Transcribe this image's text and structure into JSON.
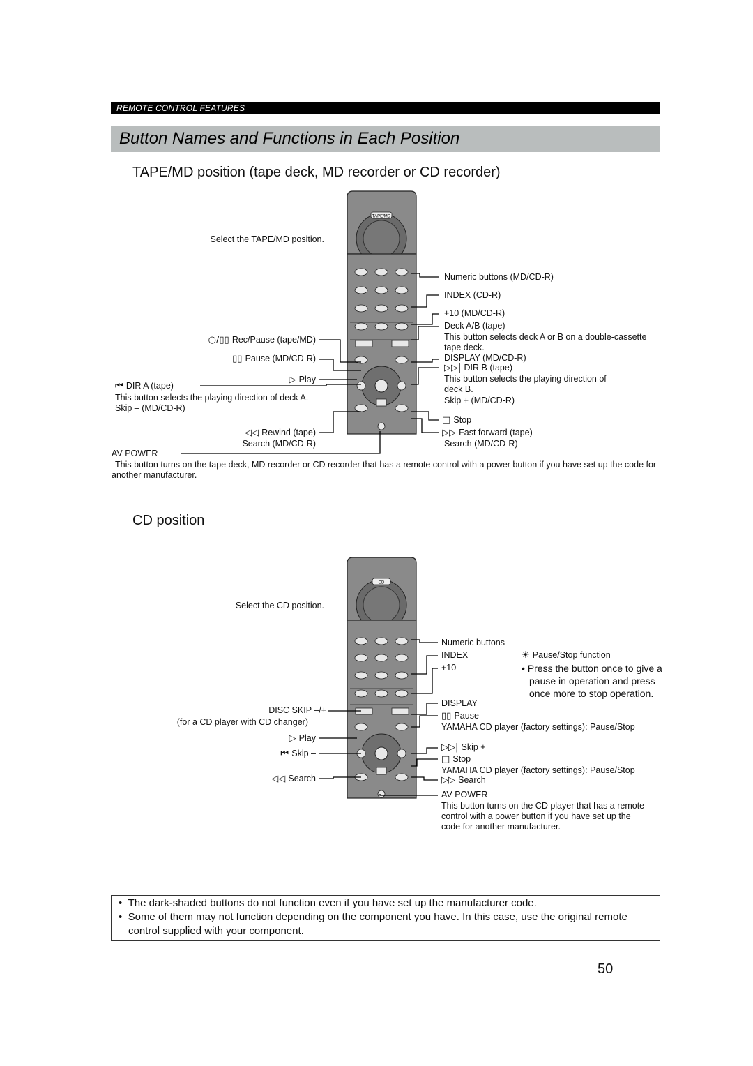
{
  "header": {
    "section": "REMOTE CONTROL FEATURES",
    "title": "Button Names and Functions in Each Position"
  },
  "tape_section": {
    "heading": "TAPE/MD position (tape deck, MD recorder or CD recorder)",
    "select_label": "Select the TAPE/MD position.",
    "remote_label": "TAPE/MD",
    "left": {
      "rec_pause": "Rec/Pause (tape/MD)",
      "pause": "Pause (MD/CD-R)",
      "play": "Play",
      "dir_a": "DIR A (tape)",
      "dir_a_desc": "This button selects the playing direction of deck A.",
      "skip_minus": "Skip – (MD/CD-R)",
      "rewind": "Rewind (tape)",
      "search": "Search (MD/CD-R)",
      "av_power": "AV POWER",
      "av_power_desc_1": "This button turns on the tape deck, MD recorder or CD recorder that has a remote control with a power button if you have set up the code for",
      "av_power_desc_2": "another manufacturer."
    },
    "right": {
      "numeric": "Numeric buttons (MD/CD-R)",
      "index": "INDEX (CD-R)",
      "plus10": "+10 (MD/CD-R)",
      "deck_ab": "Deck A/B (tape)",
      "deck_ab_desc_1": "This button selects deck A or B on a double-cassette",
      "deck_ab_desc_2": "tape deck.",
      "display": "DISPLAY (MD/CD-R)",
      "dir_b": "DIR B (tape)",
      "dir_b_desc_1": "This button selects the playing direction of",
      "dir_b_desc_2": "deck B.",
      "skip_plus": "Skip + (MD/CD-R)",
      "stop": "Stop",
      "ff": "Fast forward (tape)",
      "search": "Search (MD/CD-R)"
    }
  },
  "cd_section": {
    "heading": "CD position",
    "select_label": "Select the CD position.",
    "remote_label": "CD",
    "left": {
      "disc_skip": "DISC SKIP –/+",
      "disc_skip_desc": "(for a CD player with CD changer)",
      "play": "Play",
      "skip_minus": "Skip –",
      "search": "Search"
    },
    "right": {
      "numeric": "Numeric buttons",
      "index": "INDEX",
      "plus10": "+10",
      "display": "DISPLAY",
      "pause": "Pause",
      "pause_note": "YAMAHA CD player (factory settings): Pause/Stop",
      "skip_plus": "Skip +",
      "stop": "Stop",
      "stop_note": "YAMAHA CD player (factory settings): Pause/Stop",
      "search": "Search",
      "av_power": "AV POWER",
      "av_power_desc_1": "This button turns on the CD player that has a remote",
      "av_power_desc_2": "control with a power button if you have set up the",
      "av_power_desc_3": "code for another manufacturer.",
      "pause_stop_title": "Pause/Stop function",
      "pause_stop_1": "Press the button once to give a",
      "pause_stop_2": "pause in operation and press",
      "pause_stop_3": "once more to stop operation."
    }
  },
  "notes": [
    "The dark-shaded buttons do not function even if you have set up the manufacturer code.",
    "Some of them may not function depending on the component you have. In this case, use the original remote",
    "control supplied with your component."
  ],
  "page_number": "50"
}
